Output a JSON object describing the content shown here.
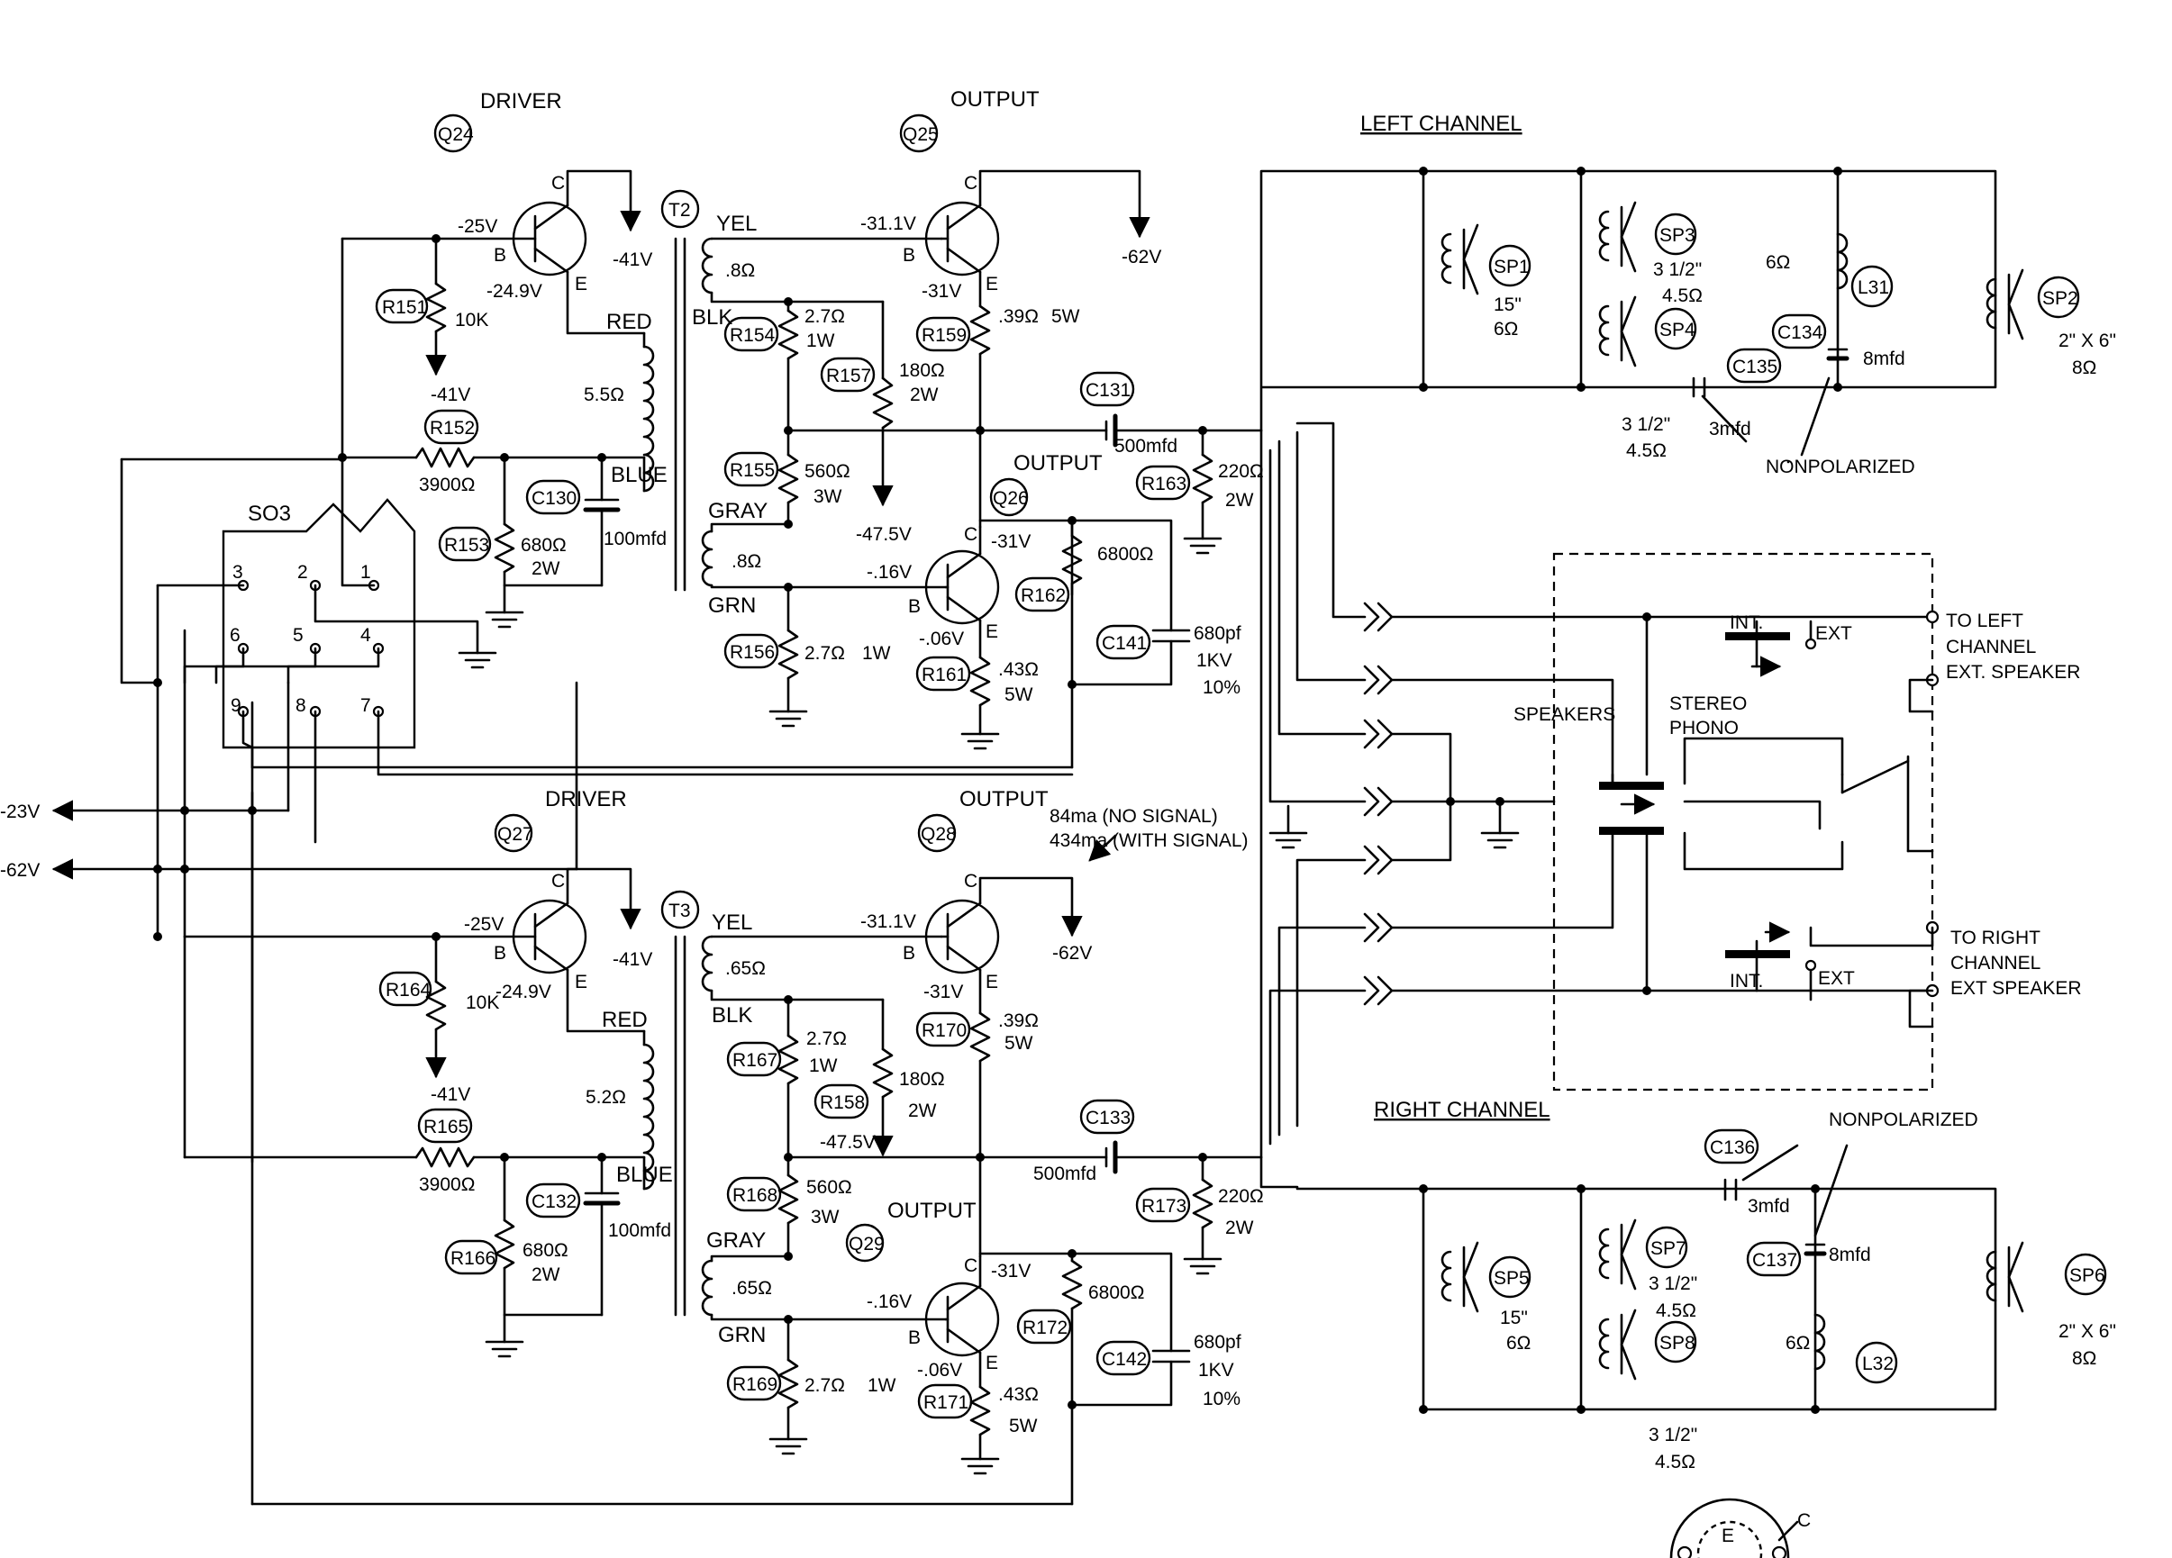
{
  "left_channel": {
    "driver": {
      "heading": "DRIVER",
      "ref": "Q24",
      "base_v": "-25V",
      "emitter_v": "-24.9V",
      "collector_v": "-41V",
      "r_ref": "R151",
      "r_val": "10K",
      "node_v": "-41V",
      "r2_ref": "R152",
      "r2_val": "3900Ω",
      "r3_ref": "R153",
      "r3_val": "680Ω",
      "r3_pwr": "2W",
      "c_ref": "C130",
      "c_val": "100mfd",
      "red": "RED",
      "blue": "BLUE",
      "coil": "5.5Ω"
    },
    "xfmr": {
      "ref": "T2",
      "yel": "YEL",
      "yel_r": ".8Ω",
      "blk": "BLK",
      "gray": "GRAY",
      "gray_r": ".8Ω",
      "grn": "GRN"
    },
    "output_top": {
      "heading": "OUTPUT",
      "ref": "Q25",
      "base_v": "-31.1V",
      "emitter_v": "-31V",
      "supply": "-62V",
      "r_ref": "R159",
      "r_val": ".39Ω",
      "r_pwr": "5W"
    },
    "r154": {
      "ref": "R154",
      "val": "2.7Ω",
      "pwr": "1W"
    },
    "r157": {
      "ref": "R157",
      "val": "180Ω",
      "pwr": "2W"
    },
    "r155": {
      "ref": "R155",
      "val": "560Ω",
      "pwr": "3W"
    },
    "r156": {
      "ref": "R156",
      "val": "2.7Ω",
      "pwr": "1W"
    },
    "node_v": "-47.5V",
    "output_bot": {
      "heading": "OUTPUT",
      "ref": "Q26",
      "collector_v": "-31V",
      "base_v": "-.16V",
      "emitter_v": "-.06V",
      "r_ref": "R161",
      "r_val": ".43Ω",
      "r_pwr": "5W"
    },
    "r162": {
      "ref": "R162",
      "val": "6800Ω"
    },
    "c141": {
      "ref": "C141",
      "val": "680pf",
      "volt": "1KV",
      "tol": "10%"
    },
    "c131": {
      "ref": "C131",
      "val": "500mfd"
    },
    "r163": {
      "ref": "R163",
      "val": "220Ω",
      "pwr": "2W"
    }
  },
  "right_channel": {
    "driver": {
      "heading": "DRIVER",
      "ref": "Q27",
      "base_v": "-25V",
      "emitter_v": "-24.9V",
      "collector_v": "-41V",
      "r_ref": "R164",
      "r_val": "10K",
      "node_v": "-41V",
      "r2_ref": "R165",
      "r2_val": "3900Ω",
      "r3_ref": "R166",
      "r3_val": "680Ω",
      "r3_pwr": "2W",
      "c_ref": "C132",
      "c_val": "100mfd",
      "red": "RED",
      "blue": "BLUE",
      "coil": "5.2Ω"
    },
    "xfmr": {
      "ref": "T3",
      "yel": "YEL",
      "yel_r": ".65Ω",
      "blk": "BLK",
      "gray": "GRAY",
      "gray_r": ".65Ω",
      "grn": "GRN"
    },
    "output_top": {
      "heading": "OUTPUT",
      "ref": "Q28",
      "base_v": "-31.1V",
      "emitter_v": "-31V",
      "supply": "-62V",
      "r_ref": "R170",
      "r_val": ".39Ω",
      "r_pwr": "5W",
      "current_1": "84ma (NO SIGNAL)",
      "current_2": "434ma (WITH SIGNAL)"
    },
    "r167": {
      "ref": "R167",
      "val": "2.7Ω",
      "pwr": "1W"
    },
    "r158": {
      "ref": "R158",
      "val": "180Ω",
      "pwr": "2W"
    },
    "r168": {
      "ref": "R168",
      "val": "560Ω",
      "pwr": "3W"
    },
    "r169": {
      "ref": "R169",
      "val": "2.7Ω",
      "pwr": "1W"
    },
    "node_v": "-47.5V",
    "output_bot": {
      "heading": "OUTPUT",
      "ref": "Q29",
      "collector_v": "-31V",
      "base_v": "-.16V",
      "emitter_v": "-.06V",
      "r_ref": "R171",
      "r_val": ".43Ω",
      "r_pwr": "5W"
    },
    "r172": {
      "ref": "R172",
      "val": "6800Ω"
    },
    "c142": {
      "ref": "C142",
      "val": "680pf",
      "volt": "1KV",
      "tol": "10%"
    },
    "c133": {
      "ref": "C133",
      "val": "500mfd"
    },
    "r173": {
      "ref": "R173",
      "val": "220Ω",
      "pwr": "2W"
    }
  },
  "socket": {
    "ref": "SO3",
    "pins": [
      "1",
      "2",
      "3",
      "4",
      "5",
      "6",
      "7",
      "8",
      "9"
    ],
    "rail1": "-23V",
    "rail2": "-62V"
  },
  "left_speakers": {
    "title": "LEFT CHANNEL",
    "sp1": "SP1",
    "sp1_size": "15\"",
    "sp1_imp": "6Ω",
    "sp3": "SP3",
    "sp3_size": "3 1/2\"",
    "sp3_imp": "4.5Ω",
    "sp4": "SP4",
    "sp4_size": "3 1/2\"",
    "sp4_imp": "4.5Ω",
    "l31": "L31",
    "l31_r": "6Ω",
    "c134": "C134",
    "c134_val": "8mfd",
    "c135": "C135",
    "c135_val": "3mfd",
    "nonpol": "NONPOLARIZED",
    "sp2": "SP2",
    "sp2_size": "2\" X 6\"",
    "sp2_imp": "8Ω"
  },
  "right_speakers": {
    "title": "RIGHT CHANNEL",
    "sp5": "SP5",
    "sp5_size": "15\"",
    "sp5_imp": "6Ω",
    "sp7": "SP7",
    "sp7_size": "3 1/2\"",
    "sp7_imp": "4.5Ω",
    "sp8": "SP8",
    "sp8_size": "3 1/2\"",
    "sp8_imp": "4.5Ω",
    "l32": "L32",
    "l32_r": "6Ω",
    "c136": "C136",
    "c136_val": "3mfd",
    "c137": "C137",
    "c137_val": "8mfd",
    "nonpol": "NONPOLARIZED",
    "sp6": "SP6",
    "sp6_size": "2\" X 6\"",
    "sp6_imp": "8Ω"
  },
  "switch": {
    "speakers": "SPEAKERS",
    "stereo": "STEREO",
    "phono": "PHONO",
    "int": "INT.",
    "ext": "EXT",
    "left_out_1": "TO LEFT",
    "left_out_2": "CHANNEL",
    "left_out_3": "EXT. SPEAKER",
    "right_out_1": "TO RIGHT",
    "right_out_2": "CHANNEL",
    "right_out_3": "EXT SPEAKER"
  },
  "basing": {
    "e": "E",
    "c": "C"
  }
}
